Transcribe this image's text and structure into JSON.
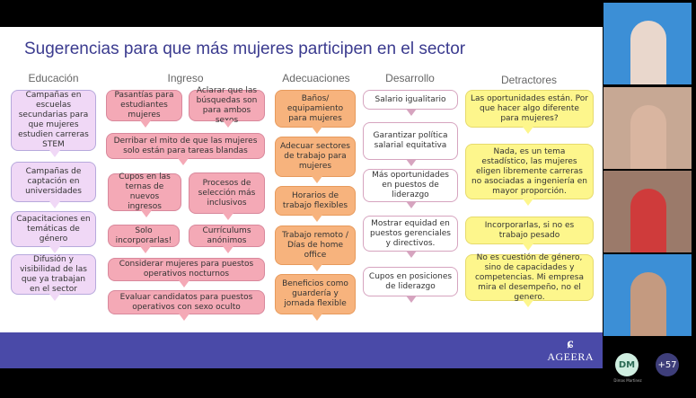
{
  "slide": {
    "title": "Sugerencias para que más mujeres participen en el sector",
    "logo": "AGEERA",
    "columns": [
      {
        "heading": "Educación",
        "items": [
          "Campañas en escuelas secundarias para que mujeres estudien carreras STEM",
          "Campañas de captación en universidades",
          "Capacitaciones en temáticas de género",
          "Difusión y visibilidad de las que ya trabajan en el sector"
        ]
      },
      {
        "heading": "Ingreso",
        "items": [
          "Pasantías para estudiantes mujeres",
          "Aclarar que las búsquedas son para ambos sexos",
          "Derribar el mito de que las mujeres solo están para tareas blandas",
          "Cupos en las ternas de nuevos ingresos",
          "Procesos de selección más inclusivos",
          "Solo incorporarlas!",
          "Currículums anónimos",
          "Considerar mujeres para puestos operativos nocturnos",
          "Evaluar candidatos para puestos operativos con sexo oculto"
        ]
      },
      {
        "heading": "Adecuaciones",
        "items": [
          "Baños/ equipamiento para mujeres",
          "Adecuar sectores de trabajo para mujeres",
          "Horarios de trabajo flexibles",
          "Trabajo remoto / Días de home office",
          "Beneficios como guardería y jornada flexible"
        ]
      },
      {
        "heading": "Desarrollo",
        "items": [
          "Salario igualitario",
          "Garantizar política salarial equitativa",
          "Más oportunidades en puestos de liderazgo",
          "Mostrar equidad en puestos gerenciales y directivos.",
          "Cupos en posiciones de liderazgo"
        ]
      },
      {
        "heading": "Detractores",
        "items": [
          "Las oportunidades están. Por que hacer algo diferente para mujeres?",
          "Nada, es un tema estadístico, las mujeres eligen libremente carreras no asociadas a ingeniería en mayor proporción.",
          "Incorporarlas, si no es trabajo pesado",
          "No es cuestión de género, sino de capacidades y competencias. Mi empresa mira el desempeño, no el genero."
        ]
      }
    ]
  },
  "participants": {
    "avatar_initials": "DM",
    "avatar_name": "Dimas Martinez",
    "more_count": "+57"
  }
}
